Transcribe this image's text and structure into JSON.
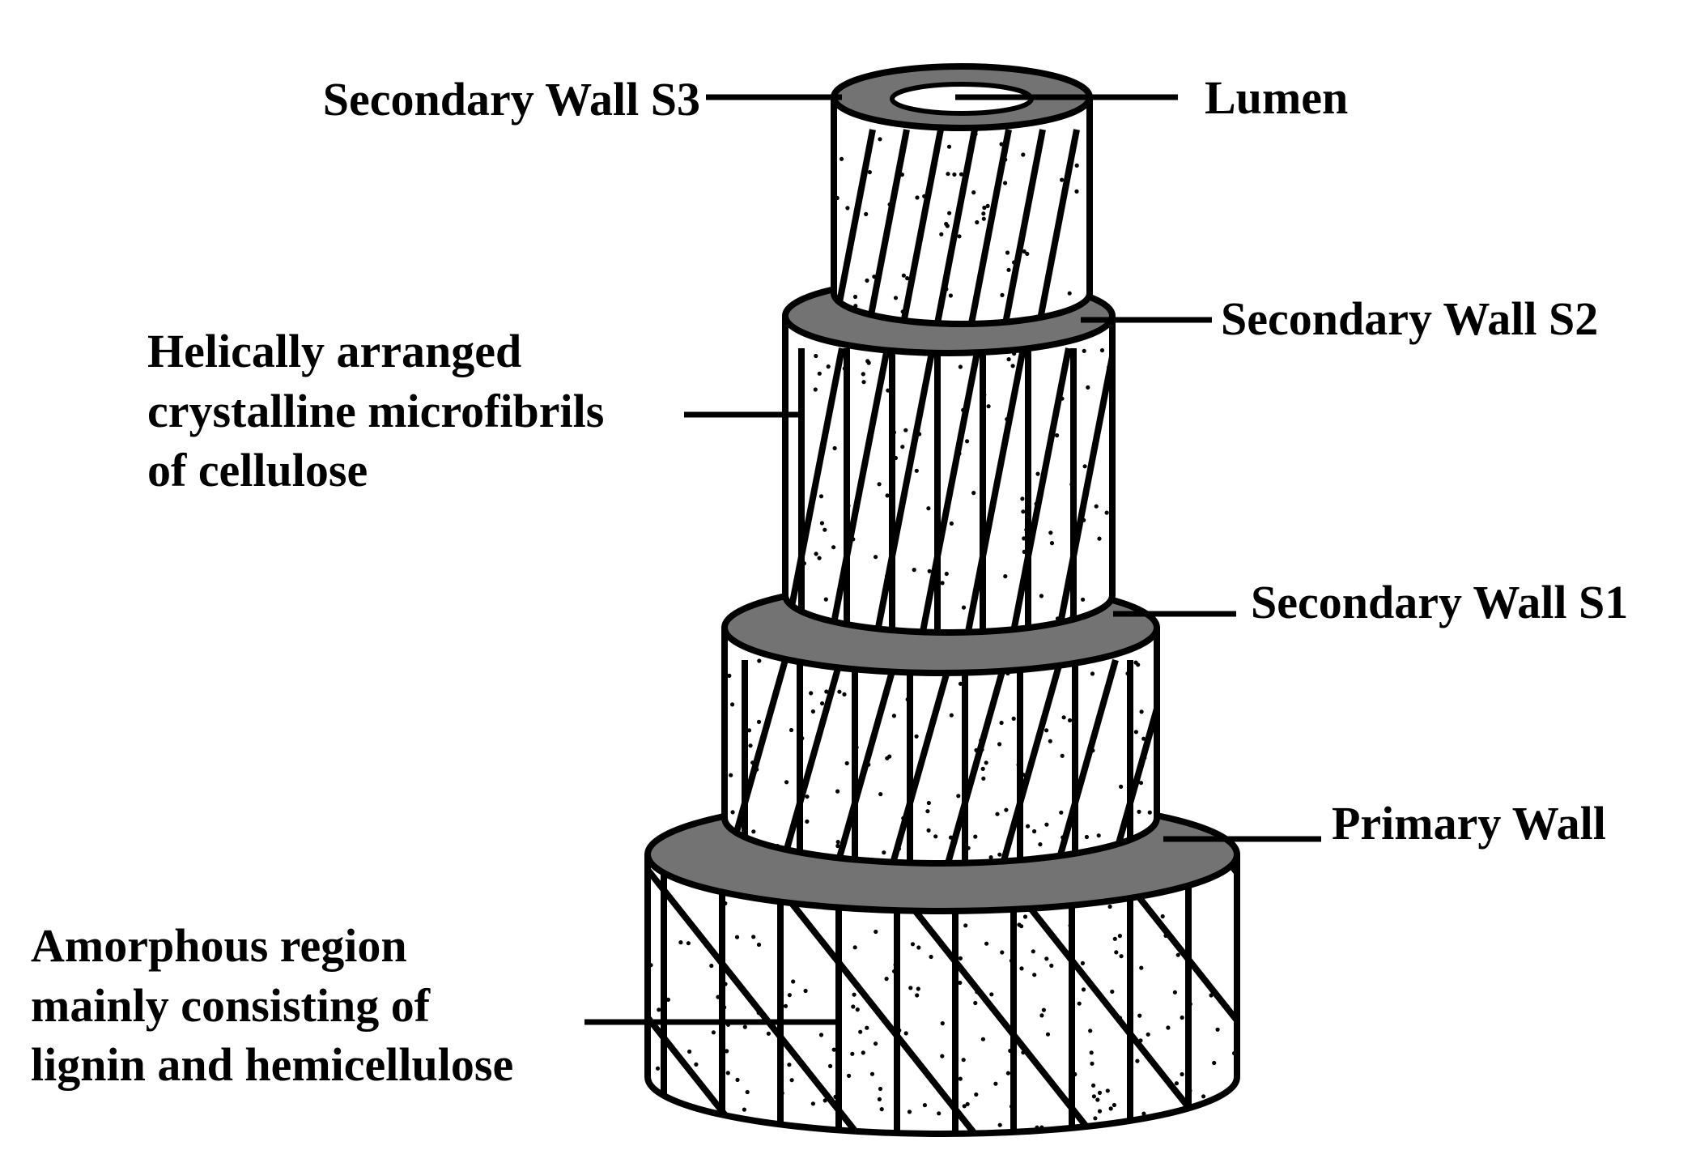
{
  "labels": {
    "secondary_wall_s3": "Secondary Wall S3",
    "lumen": "Lumen",
    "secondary_wall_s2": "Secondary Wall S2",
    "microfibrils": [
      "Helically arranged",
      "crystalline microfibrils",
      "of cellulose"
    ],
    "secondary_wall_s1": "Secondary Wall S1",
    "primary_wall": "Primary Wall",
    "amorphous": [
      "Amorphous region",
      "mainly consisting of",
      "lignin and hemicellulose"
    ]
  },
  "colors": {
    "ring_fill": "#737373",
    "wall_fill": "#ffffff",
    "stroke": "#000000",
    "text": "#000000"
  }
}
